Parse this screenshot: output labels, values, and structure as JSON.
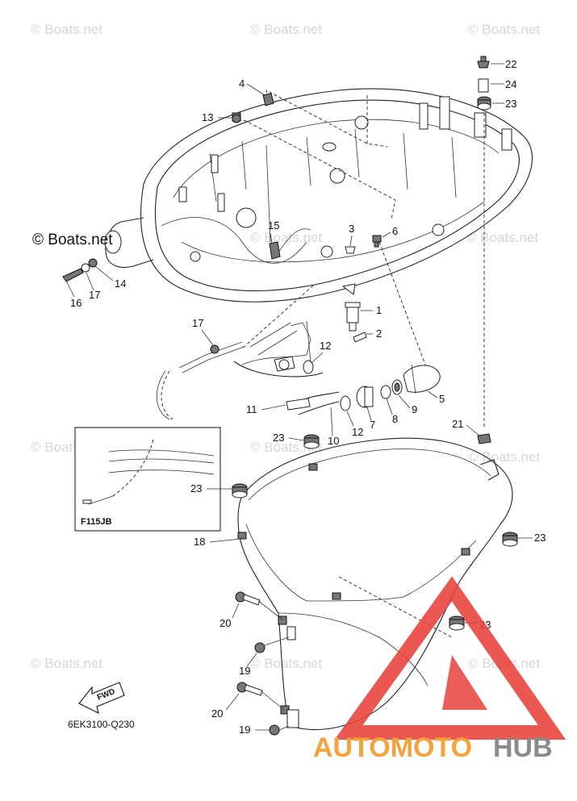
{
  "watermarks": {
    "text": "© Boats.net"
  },
  "copyright_label": "© Boats.net",
  "diagram_code": "6EK3100-Q230",
  "inset": {
    "label": "F115JB"
  },
  "fwd_label": "FWD",
  "brand": {
    "part1": "AUTOMOTO",
    "part2": "HUB",
    "triangle_color": "#e8413a",
    "text_color_1": "#f6a13a",
    "text_color_2": "#8b8b8b"
  },
  "callouts": {
    "c1": "1",
    "c2": "2",
    "c3": "3",
    "c4": "4",
    "c5": "5",
    "c6": "6",
    "c7": "7",
    "c8": "8",
    "c9": "9",
    "c10": "10",
    "c11": "11",
    "c12a": "12",
    "c12b": "12",
    "c13": "13",
    "c14": "14",
    "c15": "15",
    "c16": "16",
    "c17a": "17",
    "c17b": "17",
    "c18": "18",
    "c19a": "19",
    "c19b": "19",
    "c20a": "20",
    "c20b": "20",
    "c21": "21",
    "c22": "22",
    "c23a": "23",
    "c23b": "23",
    "c23c": "23",
    "c23d": "23",
    "c23e": "23",
    "c24": "24"
  }
}
